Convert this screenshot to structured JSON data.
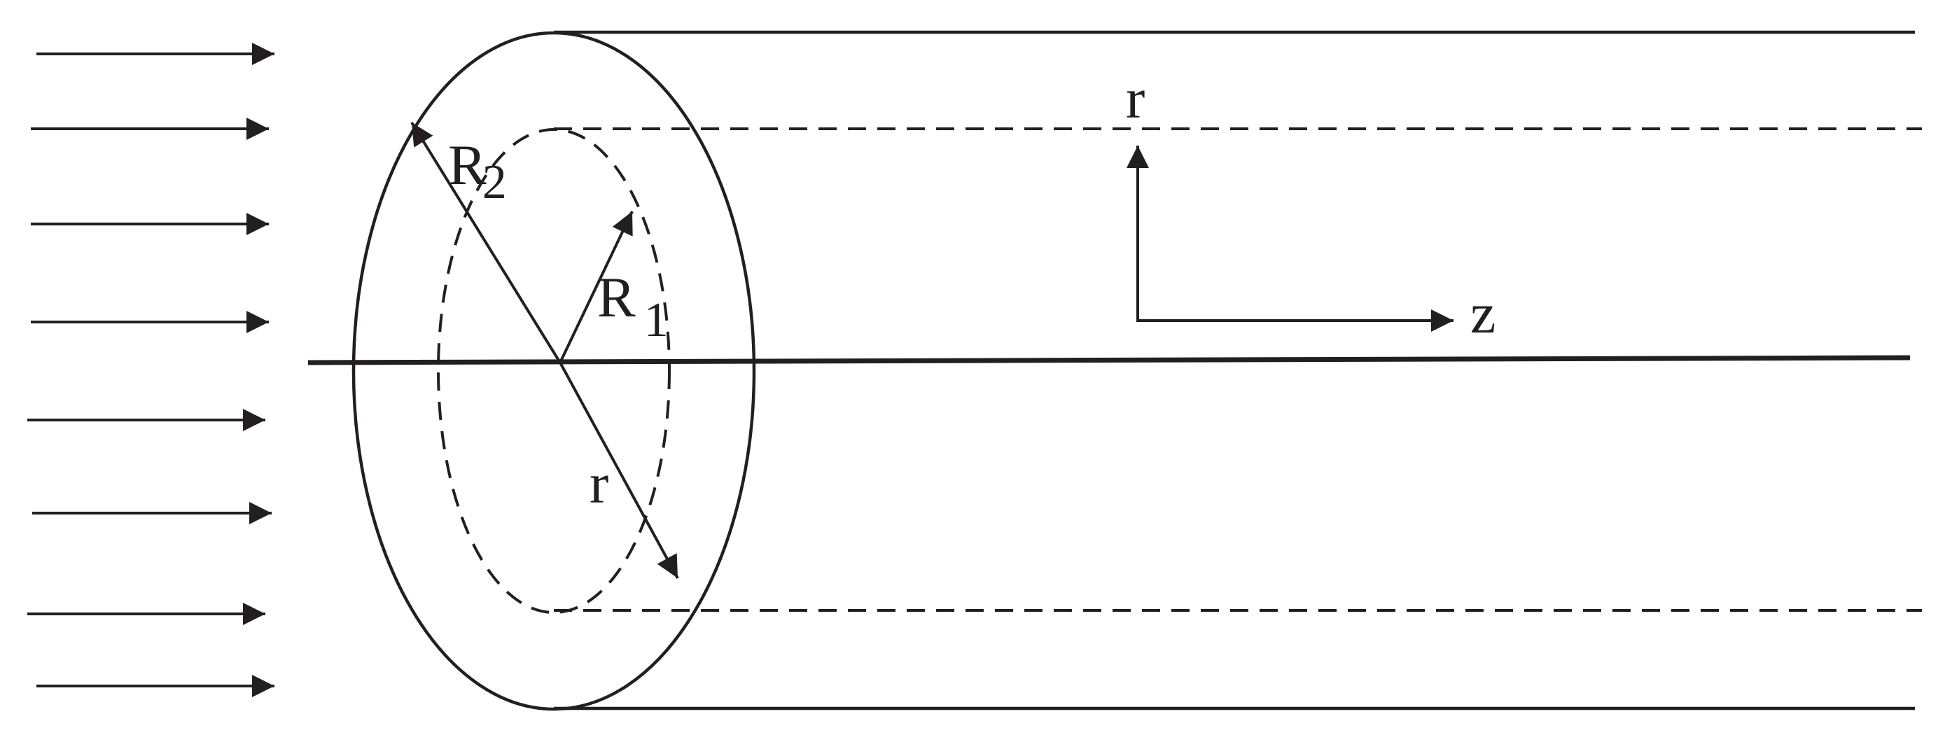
{
  "labels": {
    "outer_radius": "R",
    "outer_radius_sub": "2",
    "inner_radius": "R",
    "inner_radius_sub": "1",
    "radial_coord": "r",
    "axis_r": "r",
    "axis_z": "z"
  },
  "colors": {
    "stroke": "#231f20",
    "background": "#ffffff"
  }
}
